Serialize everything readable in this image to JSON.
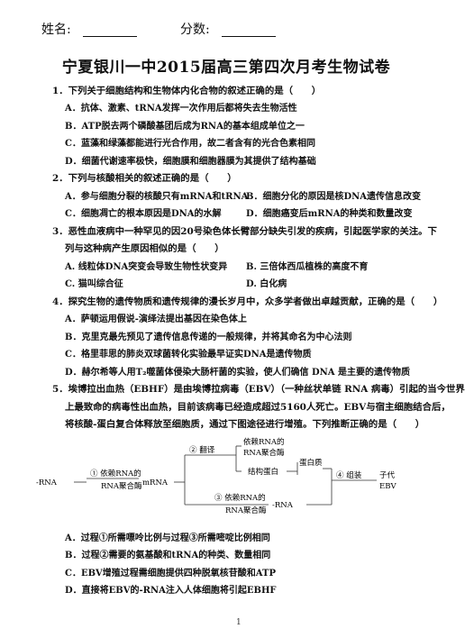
{
  "header": {
    "name_label": "姓名:",
    "score_label": "分数:"
  },
  "title": "宁夏银川一中2015届高三第四次月考生物试卷",
  "questions": [
    {
      "stem": "1．下列关于细胞结构和生物体内化合物的叙述正确的是（　　）",
      "options": [
        "A．抗体、激素、tRNA发挥一次作用后都将失去生物活性",
        "B．ATP脱去两个磷酸基团后成为RNA的基本组成单位之一",
        "C．蓝藻和绿藻都能进行光合作用，故二者含有的光合色素相同",
        "D．细菌代谢速率极快，细胞膜和细胞器膜为其提供了结构基础"
      ]
    },
    {
      "stem": "2．下列与核酸相关的叙述正确的是（　　）",
      "options": [
        "A．参与细胞分裂的核酸只有mRNA和tRNA",
        "B．细胞分化的原因是核DNA遗传信息改变",
        "C．细胞凋亡的根本原因是DNA的水解",
        "D．细胞癌变后mRNA的种类和数量改变"
      ]
    },
    {
      "stem_line1": "3．恶性血液病中一种罕见的因20号染色体长臂部分缺失引发的疾病，引起医学家的关注。下",
      "stem_line2": "列与这种病产生原因相似的是（　　）",
      "options": [
        "A. 线粒体DNA突变会导致生物性状变异",
        "B. 三倍体西瓜植株的高度不育",
        "C. 猫叫综合征",
        "D. 白化病"
      ]
    },
    {
      "stem": "4．探究生物的遗传物质和遗传规律的漫长岁月中，众多学者做出卓越贡献，正确的是（　　）",
      "options": [
        "A．萨顿运用假说-演绎法提出基因在染色体上",
        "B．克里克最先预见了遗传信息传递的一般规律，并将其命名为中心法则",
        "C．格里菲思的肺炎双球菌转化实验最早证实DNA是遗传物质",
        "D．赫尔希等人用T₂噬菌体侵染大肠杆菌的实验，使人们确信 DNA 是主要的遗传物质"
      ]
    },
    {
      "stem_line1": "5．埃博拉出血热（EBHF）是由埃博拉病毒（EBV）（一种丝状单链 RNA 病毒）引起的当今世界",
      "stem_line2": "上最致命的病毒性出血热，目前该病毒已经造成超过5160人死亡。EBV与宿主细胞结合后，",
      "stem_line3": "将核酸-蛋白复合体释放至细胞质，通过下图途径进行增殖。下列推断正确的是（　　）",
      "options": [
        "A．过程①所需嘌呤比例与过程③所需嘧啶比例相同",
        "B．过程②需要的氨基酸和tRNA的种类、数量相同",
        "C．EBV增殖过程需细胞提供四种脱氧核苷酸和ATP",
        "D．直接将EBV的-RNA注入人体细胞将引起EBHF"
      ]
    }
  ],
  "diagram": {
    "minus_rna_left": "-RNA",
    "step1": "①  依赖RNA的",
    "step1b": "RNA聚合酶",
    "mrna": "mRNA",
    "step2": "②  翻译",
    "enzyme_line1": "依赖RNA的",
    "enzyme_line2": "RNA聚合酶",
    "structural_protein": "结构蛋白",
    "protein": "蛋白质",
    "step4": "④  组装",
    "progeny_line1": "子代",
    "progeny_line2": "EBV",
    "step3": "③  依赖RNA的",
    "step3b": "RNA聚合酶",
    "minus_rna_mid": "-RNA"
  },
  "footer": {
    "page_number": "1"
  }
}
